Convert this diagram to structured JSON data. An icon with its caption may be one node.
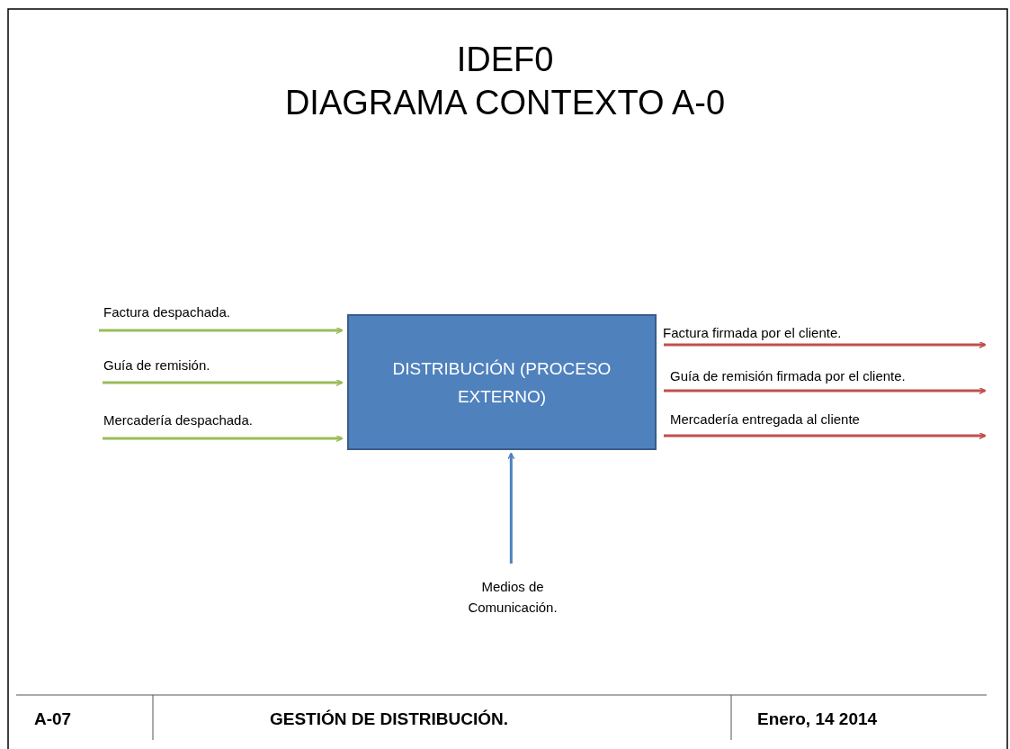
{
  "diagram": {
    "title": "IDEF0 DIAGRAMA CONTEXTO A-0",
    "nodes": [
      {
        "text": [
          "DISTRIBUCIÓN (PROCESO EXTERNO)"
        ]
      },
      {
        "text": [
          "Medios de Comunicación."
        ]
      }
    ],
    "edges": [
      {
        "from": null,
        "to": 0,
        "arrow": "to",
        "label": "Factura despachada.",
        "color": "#9bbb59"
      },
      {
        "from": null,
        "to": 0,
        "arrow": "to",
        "label": "Guía de remisión.",
        "color": "#9bbb59"
      },
      {
        "from": null,
        "to": 0,
        "arrow": "to",
        "label": "Mercadería despachada.",
        "color": "#9bbb59"
      },
      {
        "from": 0,
        "to": null,
        "arrow": "to",
        "label": "Factura firmada por el cliente.",
        "color": "#c0504d"
      },
      {
        "from": 0,
        "to": null,
        "arrow": "to",
        "label": "Guía de remisión firmada por el cliente.",
        "color": "#c0504d"
      },
      {
        "from": 0,
        "to": null,
        "arrow": "to",
        "label": "Mercadería entregada al cliente",
        "color": "#c0504d"
      },
      {
        "from": 1,
        "to": 0,
        "arrow": "to",
        "color": "#4f81bd"
      }
    ],
    "labels": [
      "A-07",
      "GESTIÓN DE DISTRIBUCIÓN.",
      "Enero, 14 2014"
    ]
  }
}
